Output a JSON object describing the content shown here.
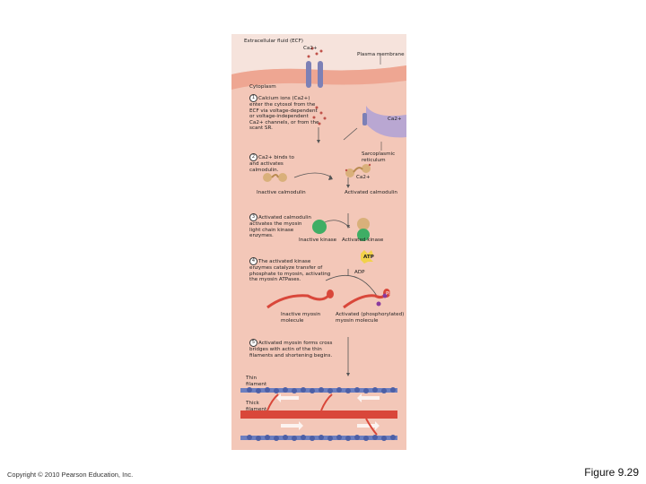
{
  "labels": {
    "ecf": "Extracellular fluid (ECF)",
    "ca_ecf": "Ca2+",
    "plasma_membrane": "Plasma membrane",
    "cytoplasm": "Cytoplasm",
    "ca_sr": "Ca2+",
    "sr": "Sarcoplasmic reticulum",
    "ca_free": "Ca2+",
    "inactive_calmodulin": "Inactive calmodulin",
    "activated_calmodulin": "Activated calmodulin",
    "inactive_kinase": "Inactive kinase",
    "activated_kinase": "Activated kinase",
    "atp": "ATP",
    "adp": "ADP",
    "pi": "Pi",
    "inactive_myosin": "Inactive myosin molecule",
    "activated_myosin": "Activated (phosphorylated) myosin molecule",
    "thin_filament": "Thin filament",
    "thick_filament": "Thick filament"
  },
  "steps": [
    {
      "num": "1",
      "text": "Calcium ions (Ca2+) enter the cytosol from the ECF via voltage-dependent or voltage-independent Ca2+ channels, or from the scant SR."
    },
    {
      "num": "2",
      "text": "Ca2+ binds to and activates calmodulin."
    },
    {
      "num": "3",
      "text": "Activated calmodulin activates the myosin light chain kinase enzymes."
    },
    {
      "num": "4",
      "text": "The activated kinase enzymes catalyze transfer of phosphate to myosin, activating the myosin ATPases."
    },
    {
      "num": "5",
      "text": "Activated myosin forms cross bridges with actin of the thin filaments and shortening begins."
    }
  ],
  "footer": {
    "copyright": "Copyright © 2010 Pearson Education, Inc.",
    "figure": "Figure 9.29"
  },
  "colors": {
    "ecf": "#f6e3dc",
    "membrane": "#f2b9a7",
    "cytoplasm": "#f3c7b8",
    "channel": "#8c8fbf",
    "calmodulin": "#d9b07a",
    "kinase": "#3fae65",
    "myosin": "#d9473a",
    "phosphate": "#8a3a9e",
    "actin": "#4c5fa6"
  }
}
